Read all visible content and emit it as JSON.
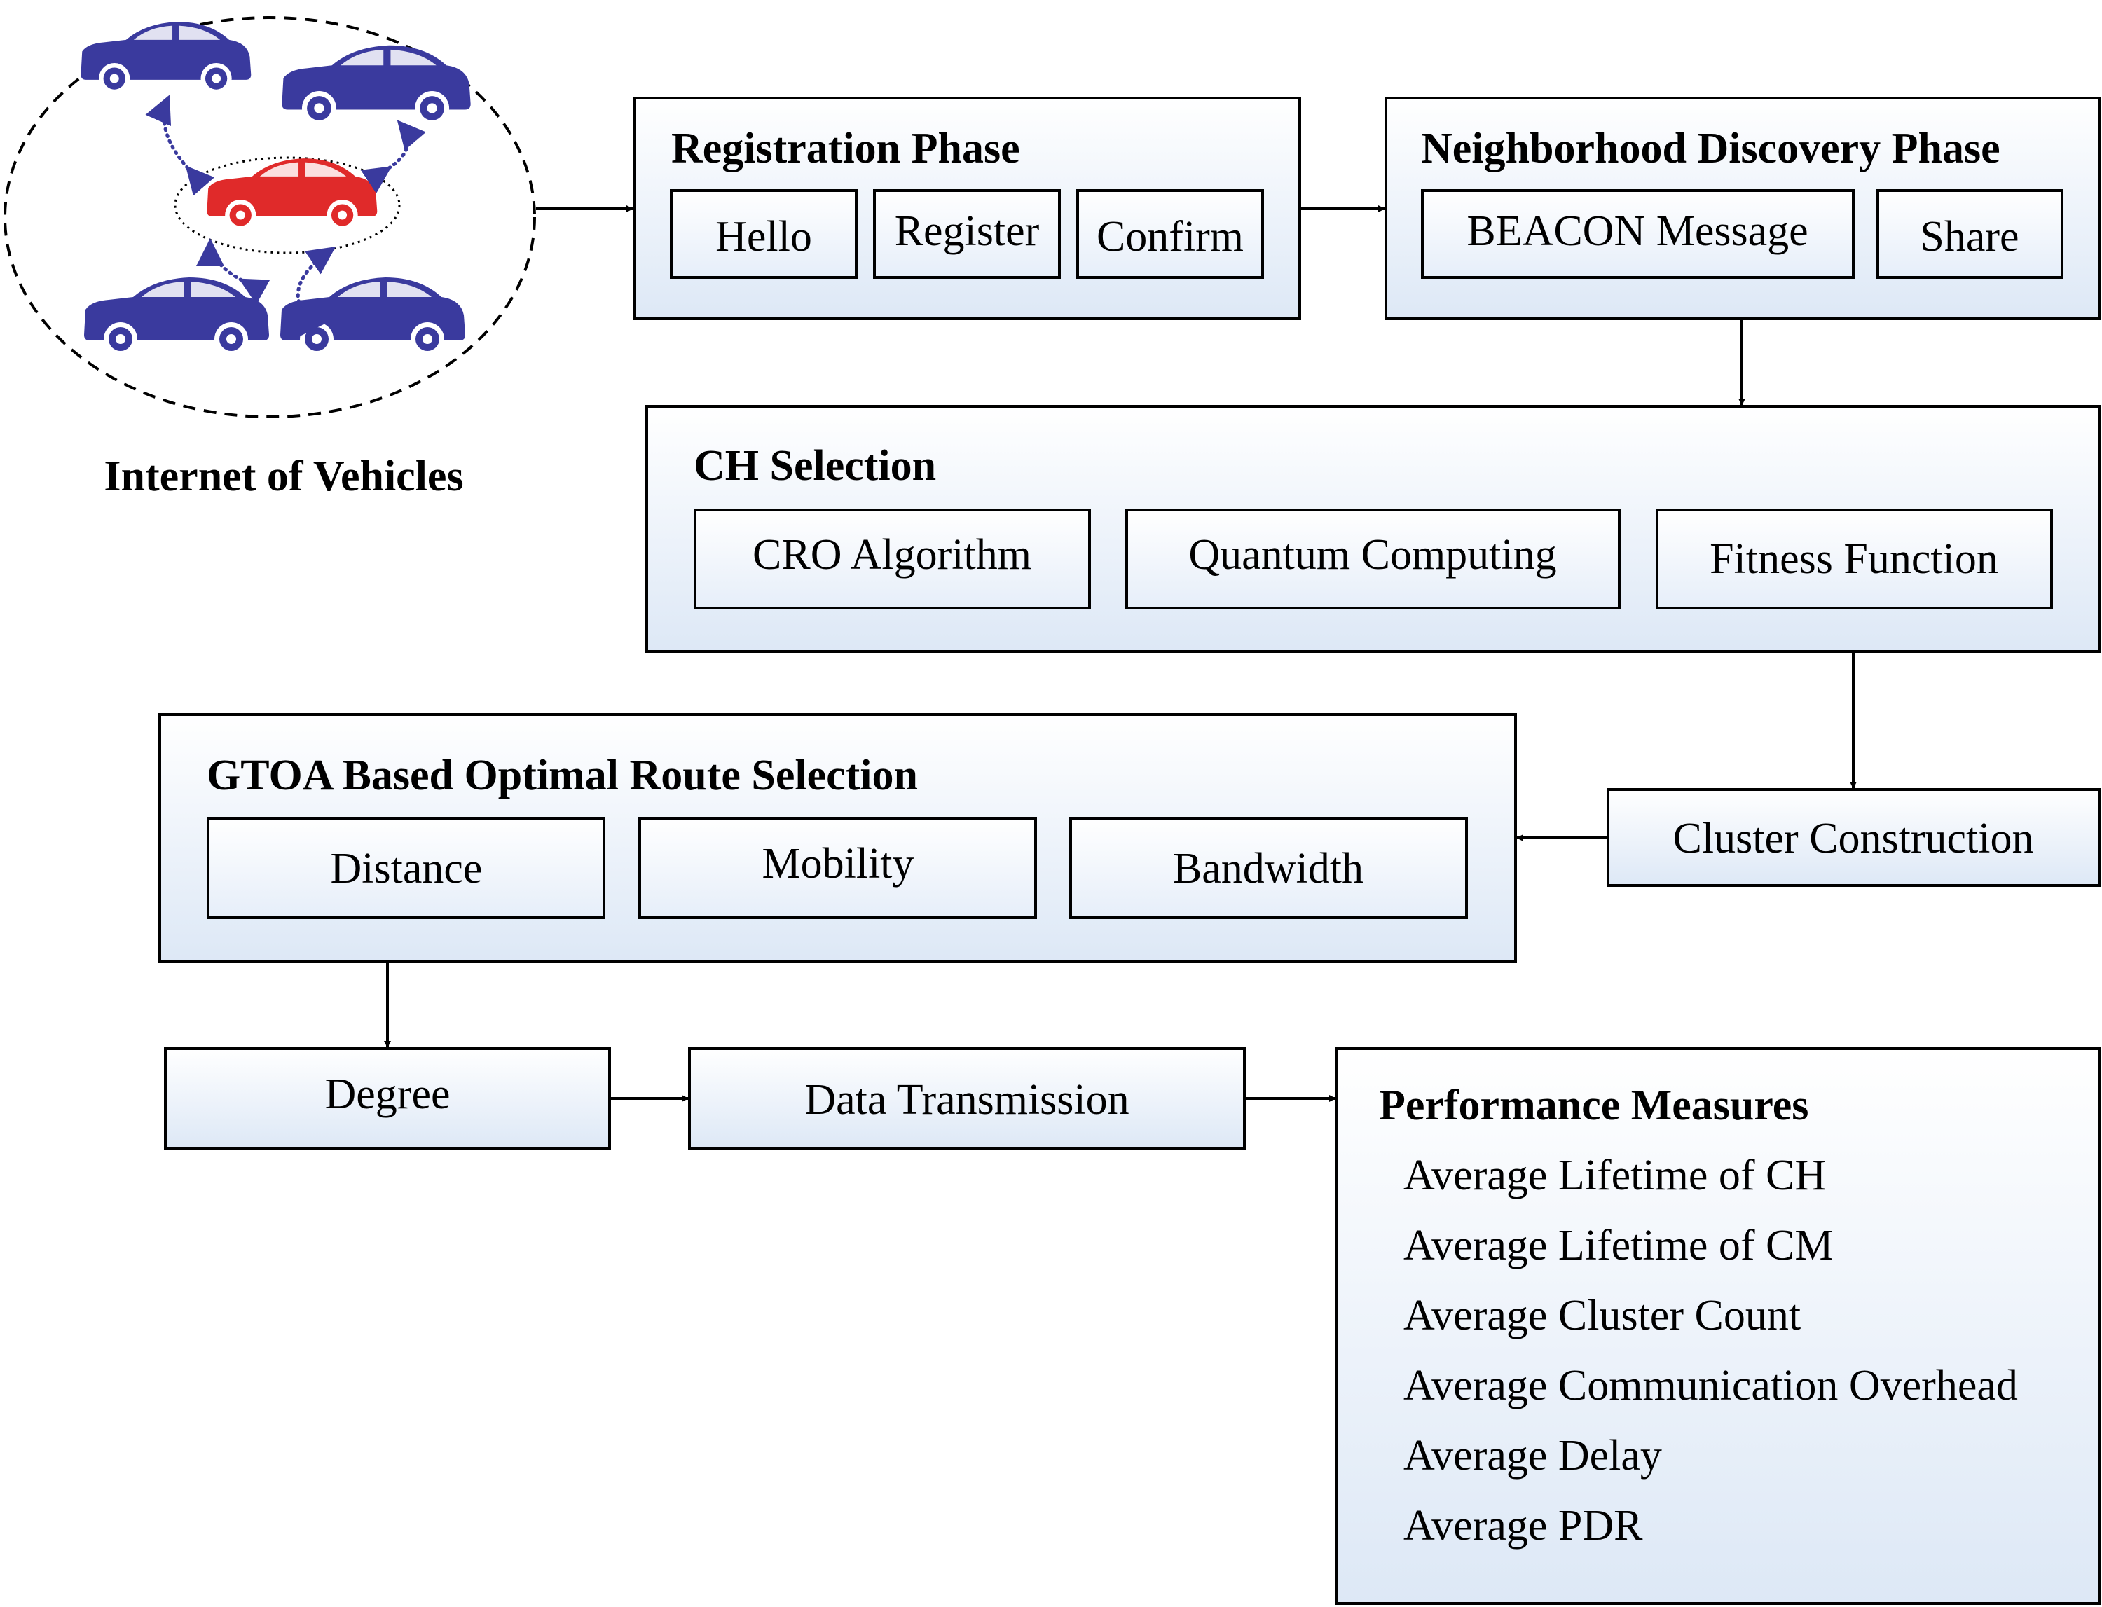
{
  "iov": {
    "caption": "Internet of Vehicles"
  },
  "registration": {
    "title": "Registration Phase",
    "items": [
      "Hello",
      "Register",
      "Confirm"
    ]
  },
  "neighborhood": {
    "title": "Neighborhood Discovery Phase",
    "items": [
      "BEACON Message",
      "Share"
    ]
  },
  "ch_selection": {
    "title": "CH Selection",
    "items": [
      "CRO Algorithm",
      "Quantum Computing",
      "Fitness Function"
    ]
  },
  "cluster": {
    "label": "Cluster Construction"
  },
  "gtoa": {
    "title": "GTOA Based Optimal Route Selection",
    "items": [
      "Distance",
      "Mobility",
      "Bandwidth"
    ]
  },
  "degree": {
    "label": "Degree"
  },
  "transmission": {
    "label": "Data Transmission"
  },
  "performance": {
    "title": "Performance Measures",
    "items": [
      "Average Lifetime of CH",
      "Average Lifetime of CM",
      "Average Cluster Count",
      "Average Communication Overhead",
      "Average Delay",
      "Average PDR"
    ]
  },
  "colors": {
    "car_blue": "#3a3a9e",
    "car_red": "#e02a2a",
    "panel_tint": "#dde8f6",
    "arrow_blue": "#3a3a9e"
  }
}
